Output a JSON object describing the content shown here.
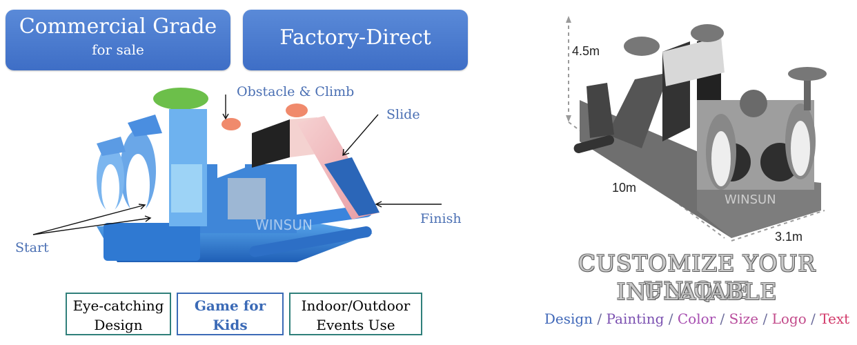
{
  "badges": {
    "left_title": "Commercial Grade",
    "left_subtitle": "for sale",
    "right_title": "Factory-Direct"
  },
  "product_labels": {
    "obstacle": "Obstacle & Climb",
    "slide": "Slide",
    "start": "Start",
    "finish": "Finish"
  },
  "features": [
    {
      "line1": "Eye-catching",
      "line2": "Design"
    },
    {
      "line1": "Game for",
      "line2": "Kids"
    },
    {
      "line1": "Indoor/Outdoor",
      "line2": "Events Use"
    }
  ],
  "dimensions": {
    "height": "4.5m",
    "length": "10m",
    "width": "3.1m"
  },
  "customize": {
    "line1": "CUSTOMIZE YOUR UNIQUE",
    "line2": "INFLATABLE",
    "options": [
      {
        "label": "Design",
        "color": "#3f67b8"
      },
      {
        "label": "Painting",
        "color": "#7a4fb0"
      },
      {
        "label": "Color",
        "color": "#a64db0"
      },
      {
        "label": "Size",
        "color": "#b84c9c"
      },
      {
        "label": "Logo",
        "color": "#c24a8a"
      },
      {
        "label": "Text",
        "color": "#d23a6a"
      }
    ],
    "separator": " / "
  },
  "colors": {
    "badge_blue": "#4a7bd0",
    "feature_border_teal": "#2f7f7a",
    "feature_blue": "#3b6ab6",
    "label_blue": "#4a6fb3"
  },
  "watermark": "WINSUN"
}
